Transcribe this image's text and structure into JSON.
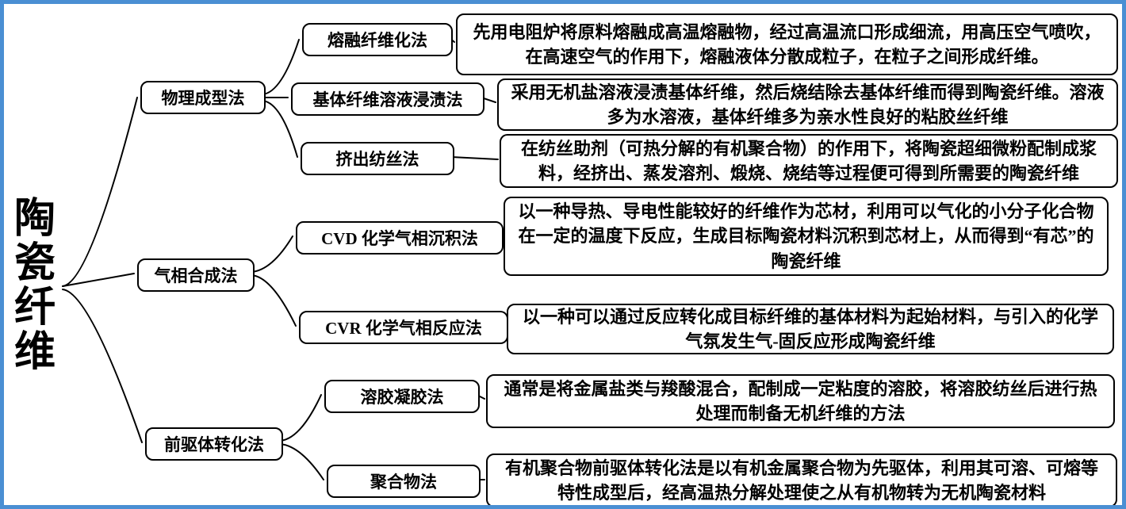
{
  "root": {
    "label": "陶瓷纤维"
  },
  "branches": [
    {
      "label": "物理成型法",
      "children": [
        {
          "label": "熔融纤维化法",
          "desc": "先用电阻炉将原料熔融成高温熔融物，经过高温流口形成细流，用高压空气喷吹，在高速空气的作用下，熔融液体分散成粒子，在粒子之间形成纤维。"
        },
        {
          "label": "基体纤维溶液浸渍法",
          "desc": "采用无机盐溶液浸渍基体纤维，然后烧结除去基体纤维而得到陶瓷纤维。溶液多为水溶液，基体纤维多为亲水性良好的粘胶丝纤维"
        },
        {
          "label": "挤出纺丝法",
          "desc": "在纺丝助剂（可热分解的有机聚合物）的作用下，将陶瓷超细微粉配制成浆料，经挤出、蒸发溶剂、煅烧、烧结等过程便可得到所需要的陶瓷纤维"
        }
      ]
    },
    {
      "label": "气相合成法",
      "children": [
        {
          "label": "CVD 化学气相沉积法",
          "desc": "以一种导热、导电性能较好的纤维作为芯材，利用可以气化的小分子化合物在一定的温度下反应，生成目标陶瓷材料沉积到芯材上，从而得到“有芯”的陶瓷纤维"
        },
        {
          "label": "CVR 化学气相反应法",
          "desc": "以一种可以通过反应转化成目标纤维的基体材料为起始材料，与引入的化学气氛发生气-固反应形成陶瓷纤维"
        }
      ]
    },
    {
      "label": "前驱体转化法",
      "children": [
        {
          "label": "溶胶凝胶法",
          "desc": "通常是将金属盐类与羧酸混合，配制成一定粘度的溶胶，将溶胶纺丝后进行热处理而制备无机纤维的方法"
        },
        {
          "label": "聚合物法",
          "desc": "有机聚合物前驱体转化法是以有机金属聚合物为先驱体，利用其可溶、可熔等特性成型后，经高温热分解处理使之从有机物转为无机陶瓷材料"
        }
      ]
    }
  ],
  "colors": {
    "frame": "#4a8fd3",
    "line": "#000000"
  }
}
